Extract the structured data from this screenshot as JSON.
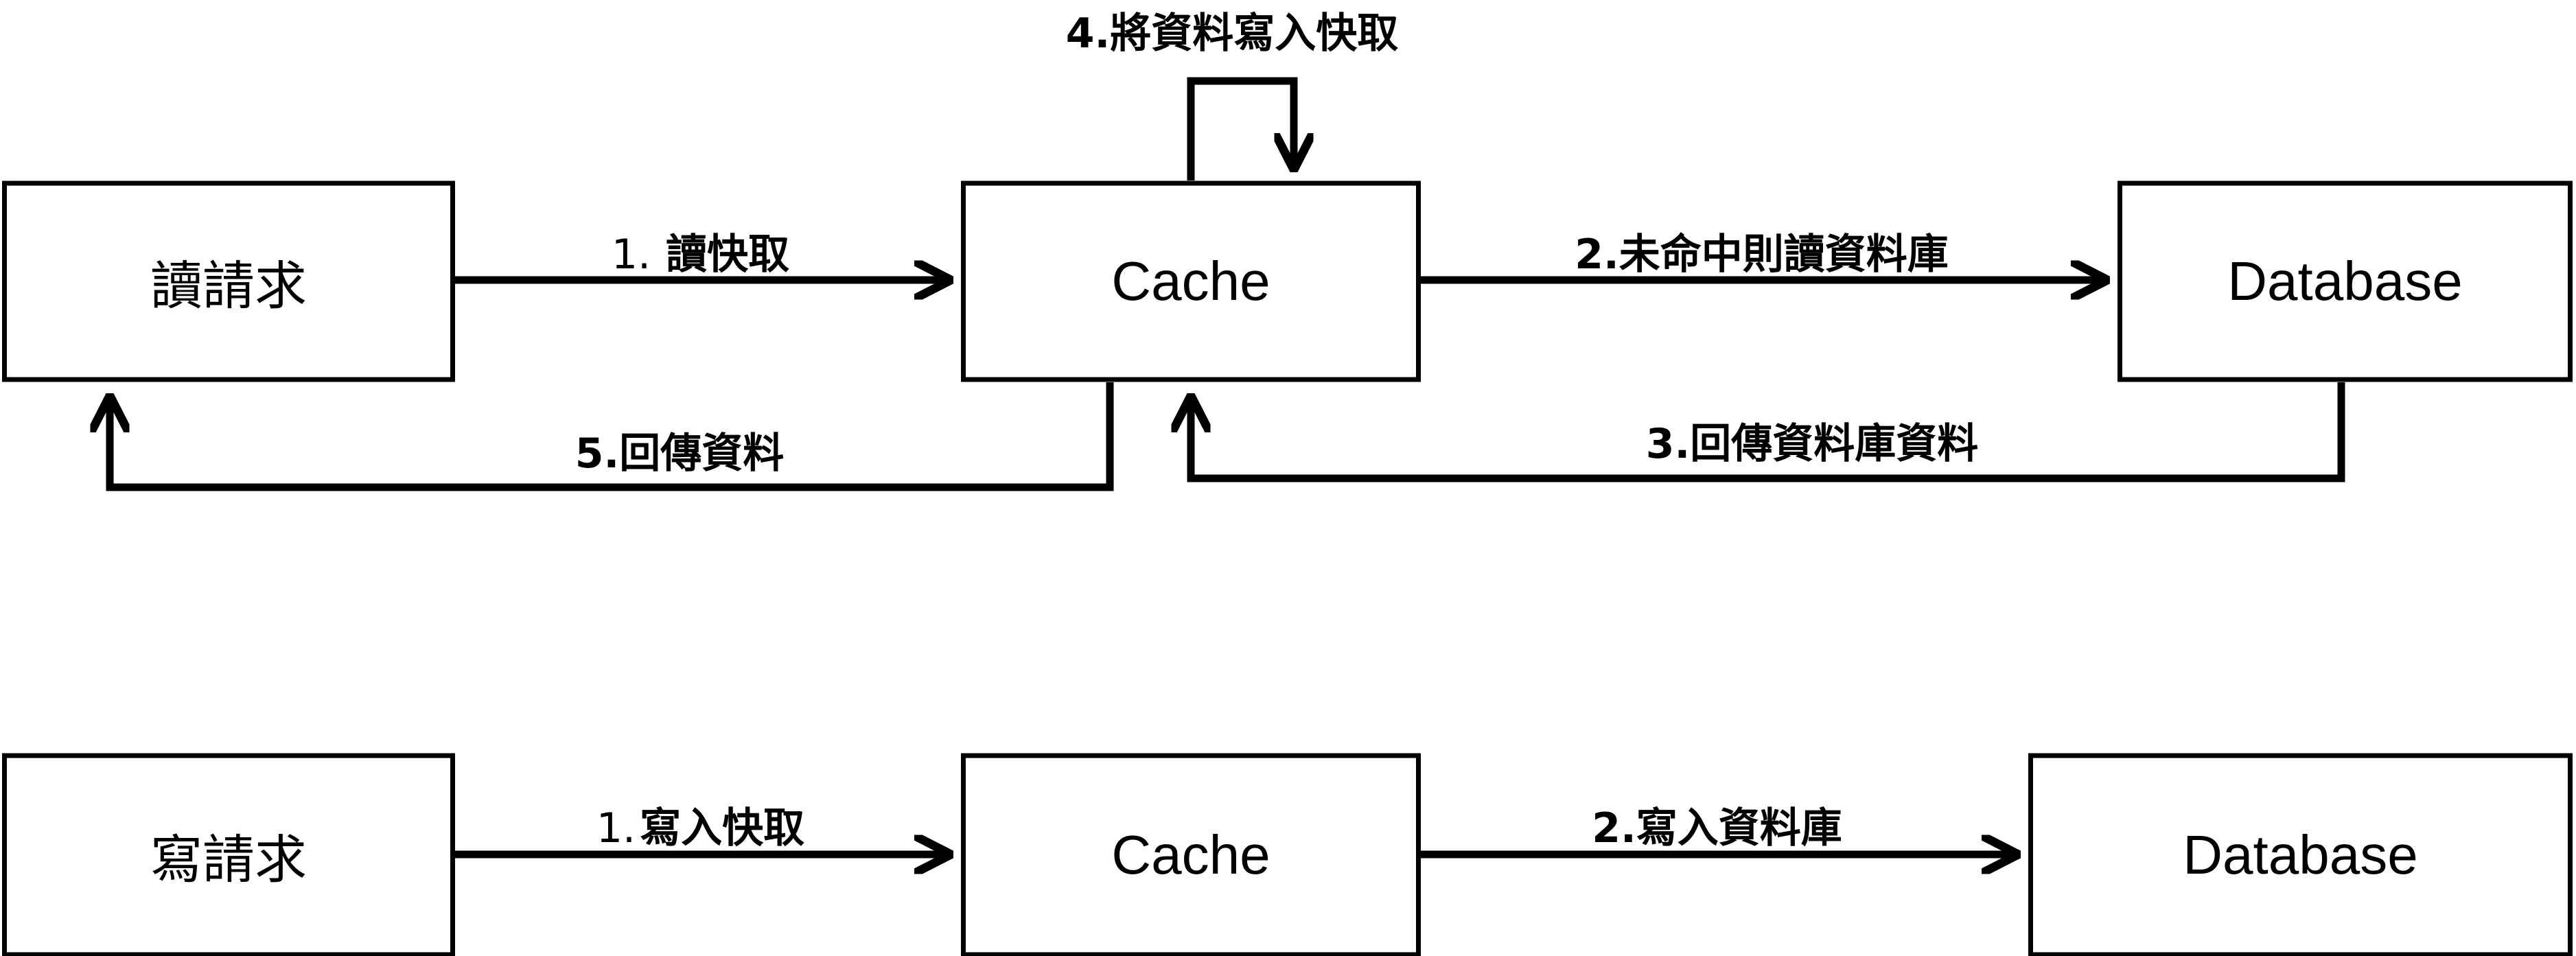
{
  "diagram": {
    "title": "Cache read and write flow diagram",
    "stroke_color": "#000000",
    "background_color": "#ffffff",
    "flows": [
      {
        "id": "read-flow",
        "nodes": [
          {
            "id": "read-request",
            "label": "讀請求",
            "script": "cjk"
          },
          {
            "id": "read-cache",
            "label": "Cache",
            "script": "latin"
          },
          {
            "id": "read-database",
            "label": "Database",
            "script": "latin"
          }
        ],
        "edges": [
          {
            "id": "edge-1-read-cache",
            "step": "1.",
            "step_bold": false,
            "text": "讀快取",
            "from": "read-request",
            "to": "read-cache"
          },
          {
            "id": "edge-2-miss-read-db",
            "step": "2.",
            "step_bold": true,
            "text": "未命中則讀資料庫",
            "from": "read-cache",
            "to": "read-database"
          },
          {
            "id": "edge-3-return-db-data",
            "step": "3.",
            "step_bold": true,
            "text": "回傳資料庫資料",
            "from": "read-database",
            "to": "read-cache"
          },
          {
            "id": "edge-4-write-into-cache",
            "step": "4.",
            "step_bold": true,
            "text": "將資料寫入快取",
            "from": "read-cache",
            "to": "read-cache"
          },
          {
            "id": "edge-5-return-data",
            "step": "5.",
            "step_bold": true,
            "text": "回傳資料",
            "from": "read-cache",
            "to": "read-request"
          }
        ]
      },
      {
        "id": "write-flow",
        "nodes": [
          {
            "id": "write-request",
            "label": "寫請求",
            "script": "cjk"
          },
          {
            "id": "write-cache",
            "label": "Cache",
            "script": "latin"
          },
          {
            "id": "write-database",
            "label": "Database",
            "script": "latin"
          }
        ],
        "edges": [
          {
            "id": "edge-w1-write-cache",
            "step": "1.",
            "step_bold": false,
            "text": "寫入快取",
            "from": "write-request",
            "to": "write-cache"
          },
          {
            "id": "edge-w2-write-db",
            "step": "2.",
            "step_bold": true,
            "text": "寫入資料庫",
            "from": "write-cache",
            "to": "write-database"
          }
        ]
      }
    ]
  },
  "labels": {
    "read_request": "讀請求",
    "read_cache": "Cache",
    "read_database": "Database",
    "write_request": "寫請求",
    "write_cache": "Cache",
    "write_database": "Database",
    "edge_1_num": "1.",
    "edge_1_text": "讀快取",
    "edge_2": "2.未命中則讀資料庫",
    "edge_3": "3.回傳資料庫資料",
    "edge_4": "4.將資料寫入快取",
    "edge_5": "5.回傳資料",
    "edge_w1_num": "1.",
    "edge_w1_text": "寫入快取",
    "edge_w2": "2.寫入資料庫"
  }
}
